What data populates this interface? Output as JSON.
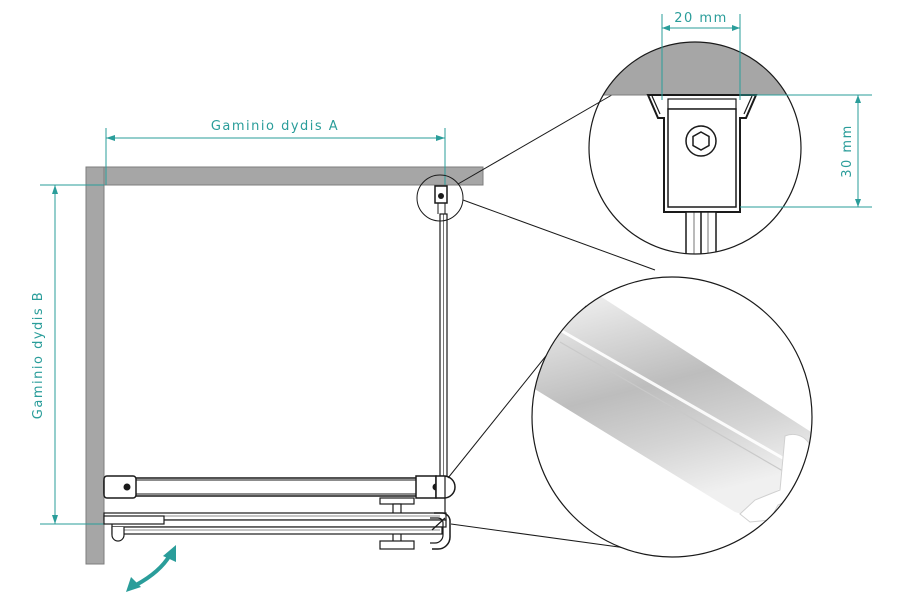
{
  "labels": {
    "width_dimension": "Gaminio dydis A",
    "depth_dimension": "Gaminio dydis B",
    "bracket_width": "20 mm",
    "bracket_depth": "30 mm"
  },
  "colors": {
    "dimension": "#2a9d9a",
    "wall": "#a6a6a6",
    "wall_edge": "#7d7d7d",
    "line": "#1a1a1a",
    "arrow": "#2a9d9a"
  }
}
